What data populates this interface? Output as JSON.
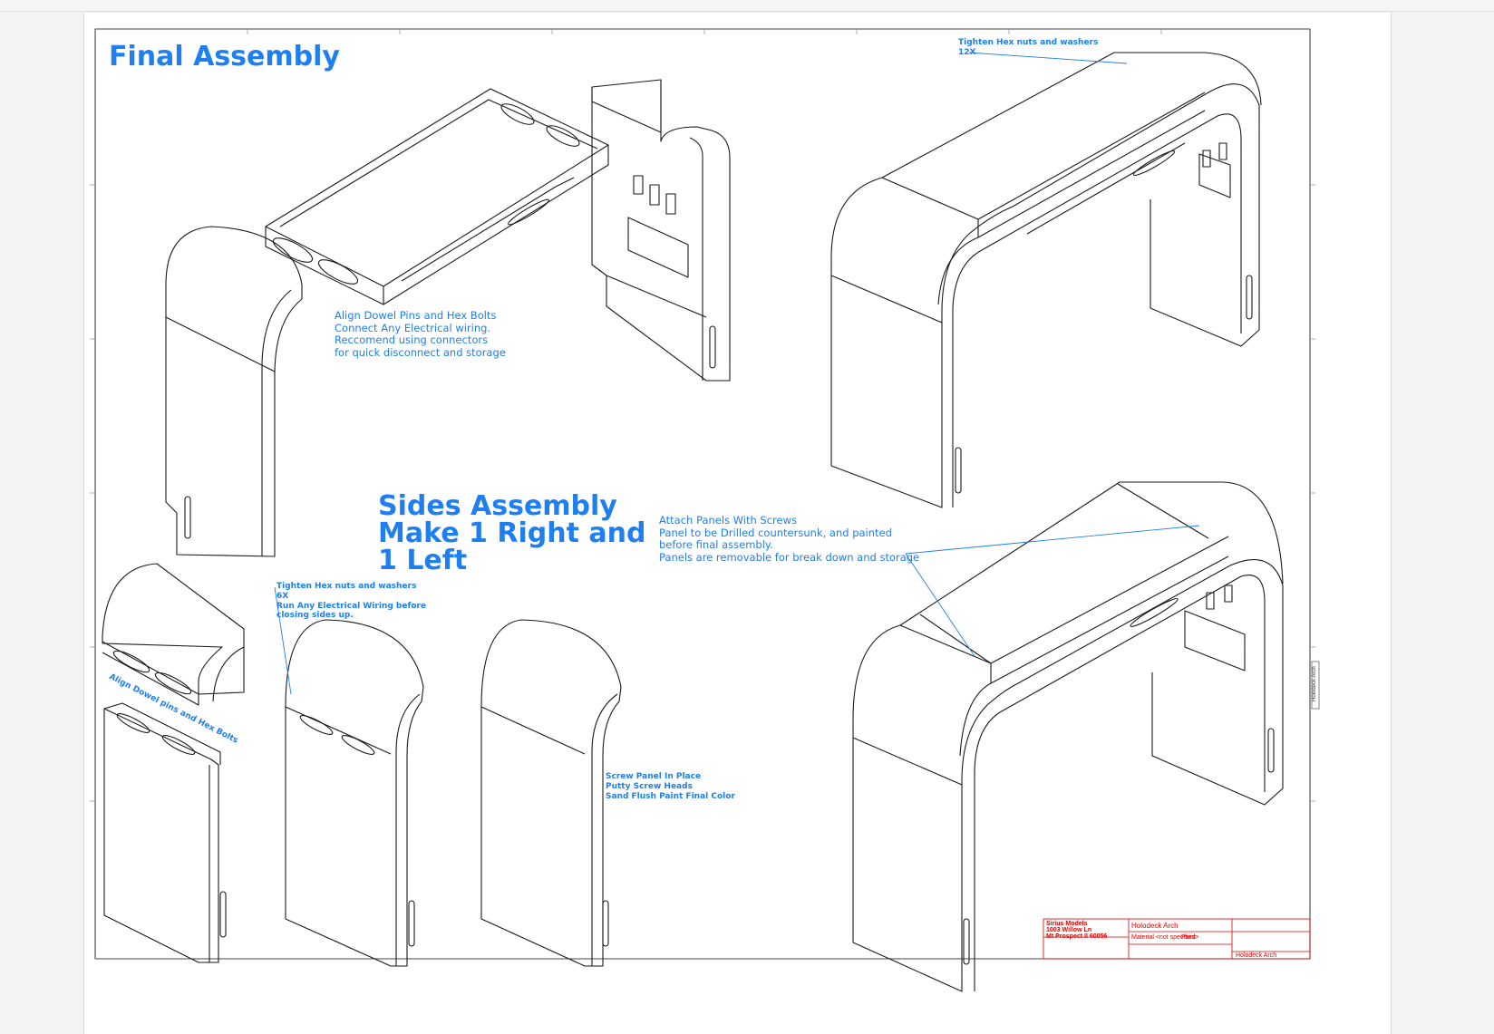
{
  "titles": {
    "final_assembly": "Final Assembly",
    "sides_assembly": "Sides Assembly\nMake 1 Right and\n1 Left"
  },
  "notes": {
    "tighten_top": "Tighten Hex nuts and washers\n12X",
    "align_dowel_top": "Align Dowel Pins and Hex Bolts\nConnect Any Electrical wiring.\nReccomend using connectors\nfor quick disconnect and storage",
    "attach_panels": "Attach Panels With Screws\nPanel to be Drilled  countersunk, and painted\nbefore final assembly.\nPanels are removable for break down and storage",
    "tighten_sides": "Tighten Hex nuts and washers\n6X\nRun Any Electrical Wiring before\nclosing sides up.",
    "align_dowel_sides": "Align Dowel pins and Hex Bolts",
    "screw_panel": "Screw Panel In Place\nPutty Screw Heads\nSand Flush Paint Final Color"
  },
  "title_block": {
    "company": "Sirius Models",
    "address1": "1003 Willow Ln",
    "address2": "Mt Prospect Il 60056",
    "part_name": "Holodeck Arch",
    "material": "Material <not specified>",
    "finish": "Paint",
    "footer_name": "Holodeck Arch",
    "side_tab": "Holodeck Arch"
  },
  "colors": {
    "annotation_blue": "#1f7ef0",
    "title_block_red": "#dd0000",
    "line": "#1a1a1a"
  }
}
